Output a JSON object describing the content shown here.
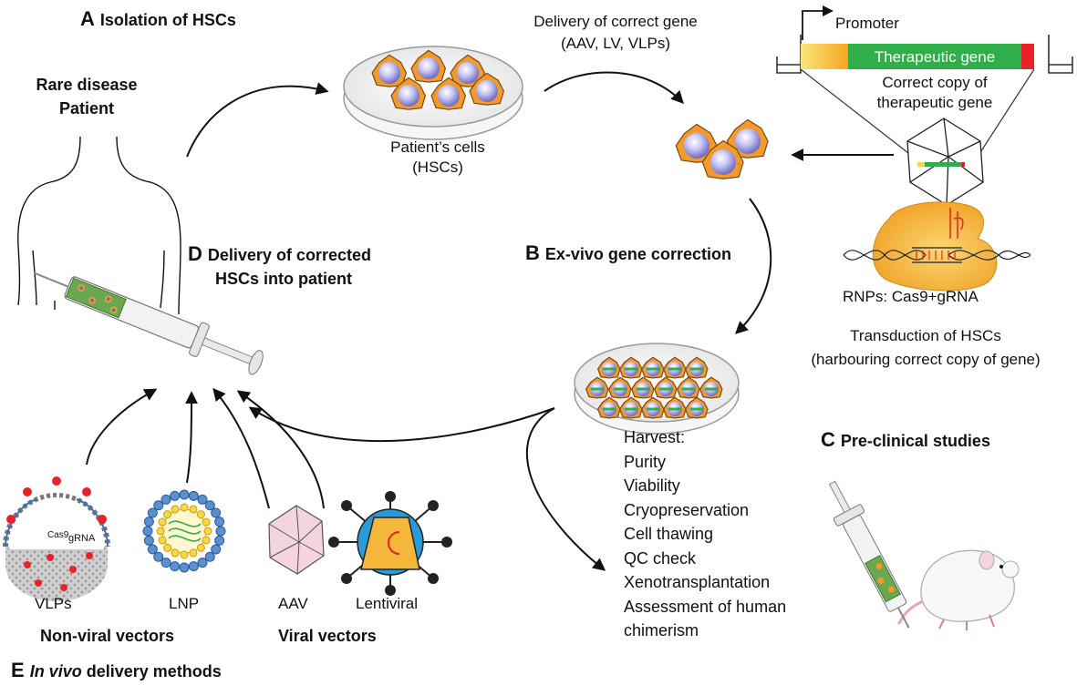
{
  "sections": {
    "A": {
      "letter": "A",
      "title": "Isolation of HSCs"
    },
    "B": {
      "letter": "B",
      "title": "Ex-vivo gene correction"
    },
    "C": {
      "letter": "C",
      "title": "Pre-clinical studies"
    },
    "D": {
      "letter": "D",
      "title_line1": "Delivery of corrected",
      "title_line2": "HSCs into patient"
    },
    "E": {
      "letter": "E",
      "title_italic": "In vivo",
      "title_rest": " delivery methods"
    }
  },
  "patient": {
    "line1": "Rare disease",
    "line2": "Patient"
  },
  "cells": {
    "line1": "Patient’s cells",
    "line2": "(HSCs)"
  },
  "delivery_gene": {
    "line1": "Delivery of correct gene",
    "line2": "(AAV, LV, VLPs)"
  },
  "construct": {
    "promoter": "Promoter",
    "gene": "Therapeutic gene",
    "caption_line1": "Correct copy of",
    "caption_line2": "therapeutic gene"
  },
  "rnp": {
    "label": "RNPs: Cas9+gRNA"
  },
  "transduction": {
    "line1": "Transduction of HSCs",
    "line2": "(harbouring correct copy of gene)"
  },
  "harvest": {
    "title": "Harvest:",
    "items": [
      "Purity",
      "Viability",
      "Cryopreservation",
      "Cell thawing",
      "QC check",
      "Xenotransplantation",
      "Assessment of human",
      "chimerism"
    ]
  },
  "vectors": {
    "vlp": "VLPs",
    "lnp": "LNP",
    "aav": "AAV",
    "lentiviral": "Lentiviral",
    "vlp_cas9": "Cas9",
    "vlp_grna": "gRNA",
    "non_viral": "Non-viral vectors",
    "viral": "Viral vectors"
  },
  "colors": {
    "cell_orange": "#f39a2c",
    "nucleus_purple": "#a9a8e8",
    "gene_green": "#2fae4a",
    "gene_red": "#e8212b",
    "promoter_yellow": "#f7d748",
    "cas9_yellow": "#f4b73a",
    "aav_pink": "#f3d4df",
    "lnp_blue": "#5a8fd0",
    "lenti_blue": "#2a9ad8"
  }
}
